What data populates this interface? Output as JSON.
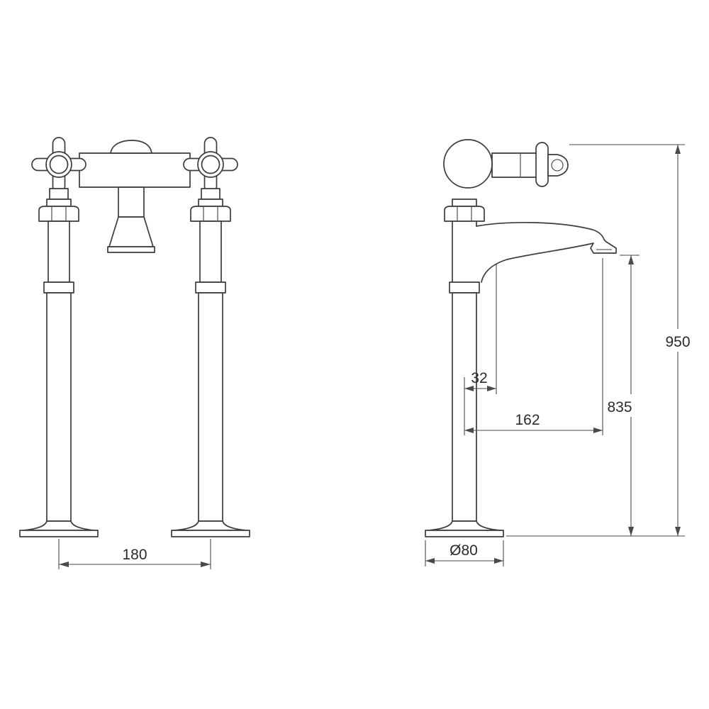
{
  "theme": {
    "line_color": "#3c3c3c",
    "dimension_color": "#4a4a4a",
    "text_color": "#2b2b2b",
    "background_color": "#ffffff"
  },
  "drawing": {
    "type": "technical-drawing",
    "subject": "freestanding-bath-tap",
    "views": [
      "front",
      "side"
    ],
    "dimensions": {
      "base_spacing": "180",
      "spout_offset": "32",
      "spout_reach": "162",
      "spout_outlet_height": "835",
      "overall_height": "950",
      "base_diameter": "Ø80"
    }
  }
}
